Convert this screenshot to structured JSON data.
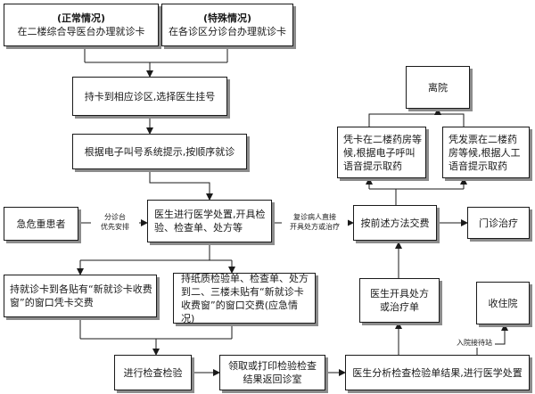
{
  "nodes": {
    "normal_case": {
      "tag": "(正常情况)",
      "text": "在二楼综合导医台办理就诊卡"
    },
    "special_case": {
      "tag": "(特殊情况)",
      "text": "在各诊区分诊台办理就诊卡"
    },
    "register": "持卡到相应诊区,选择医生挂号",
    "queue": "根据电子叫号系统提示,按顺序就诊",
    "emergency": "急危重患者",
    "doctor_treat": "医生进行医学处置,开具检验、检查单、处方等",
    "pay": "按前述方法交费",
    "outpatient": "门诊治疗",
    "pay_card_window": "持就诊卡到各贴有“新就诊卡收费窗”的窗口凭卡交费",
    "pay_paper_window": "持纸质检验单、检查单、处方到二、三楼未贴有“新就诊卡收费窗”的窗口交费(应急情况)",
    "do_exam": "进行检查检验",
    "get_results": "领取或打印检验检查结果返回诊室",
    "analyze_results": "医生分析检查检验单结果,进行医学处置",
    "prescription": "医生开具处方或治疗单",
    "admit": "收住院",
    "pharmacy_card": "凭卡在二楼药房等候,根据电子呼叫语音提示取药",
    "pharmacy_receipt": "凭发票在二楼药房等候,根据人工语音提示取药",
    "leave": "离院"
  },
  "edge_labels": {
    "triage_priority": [
      "分诊台",
      "优先安排"
    ],
    "revisit_direct": [
      "复诊病人直接",
      "开具处方或治疗"
    ],
    "admission_desk": "入院接待站"
  }
}
